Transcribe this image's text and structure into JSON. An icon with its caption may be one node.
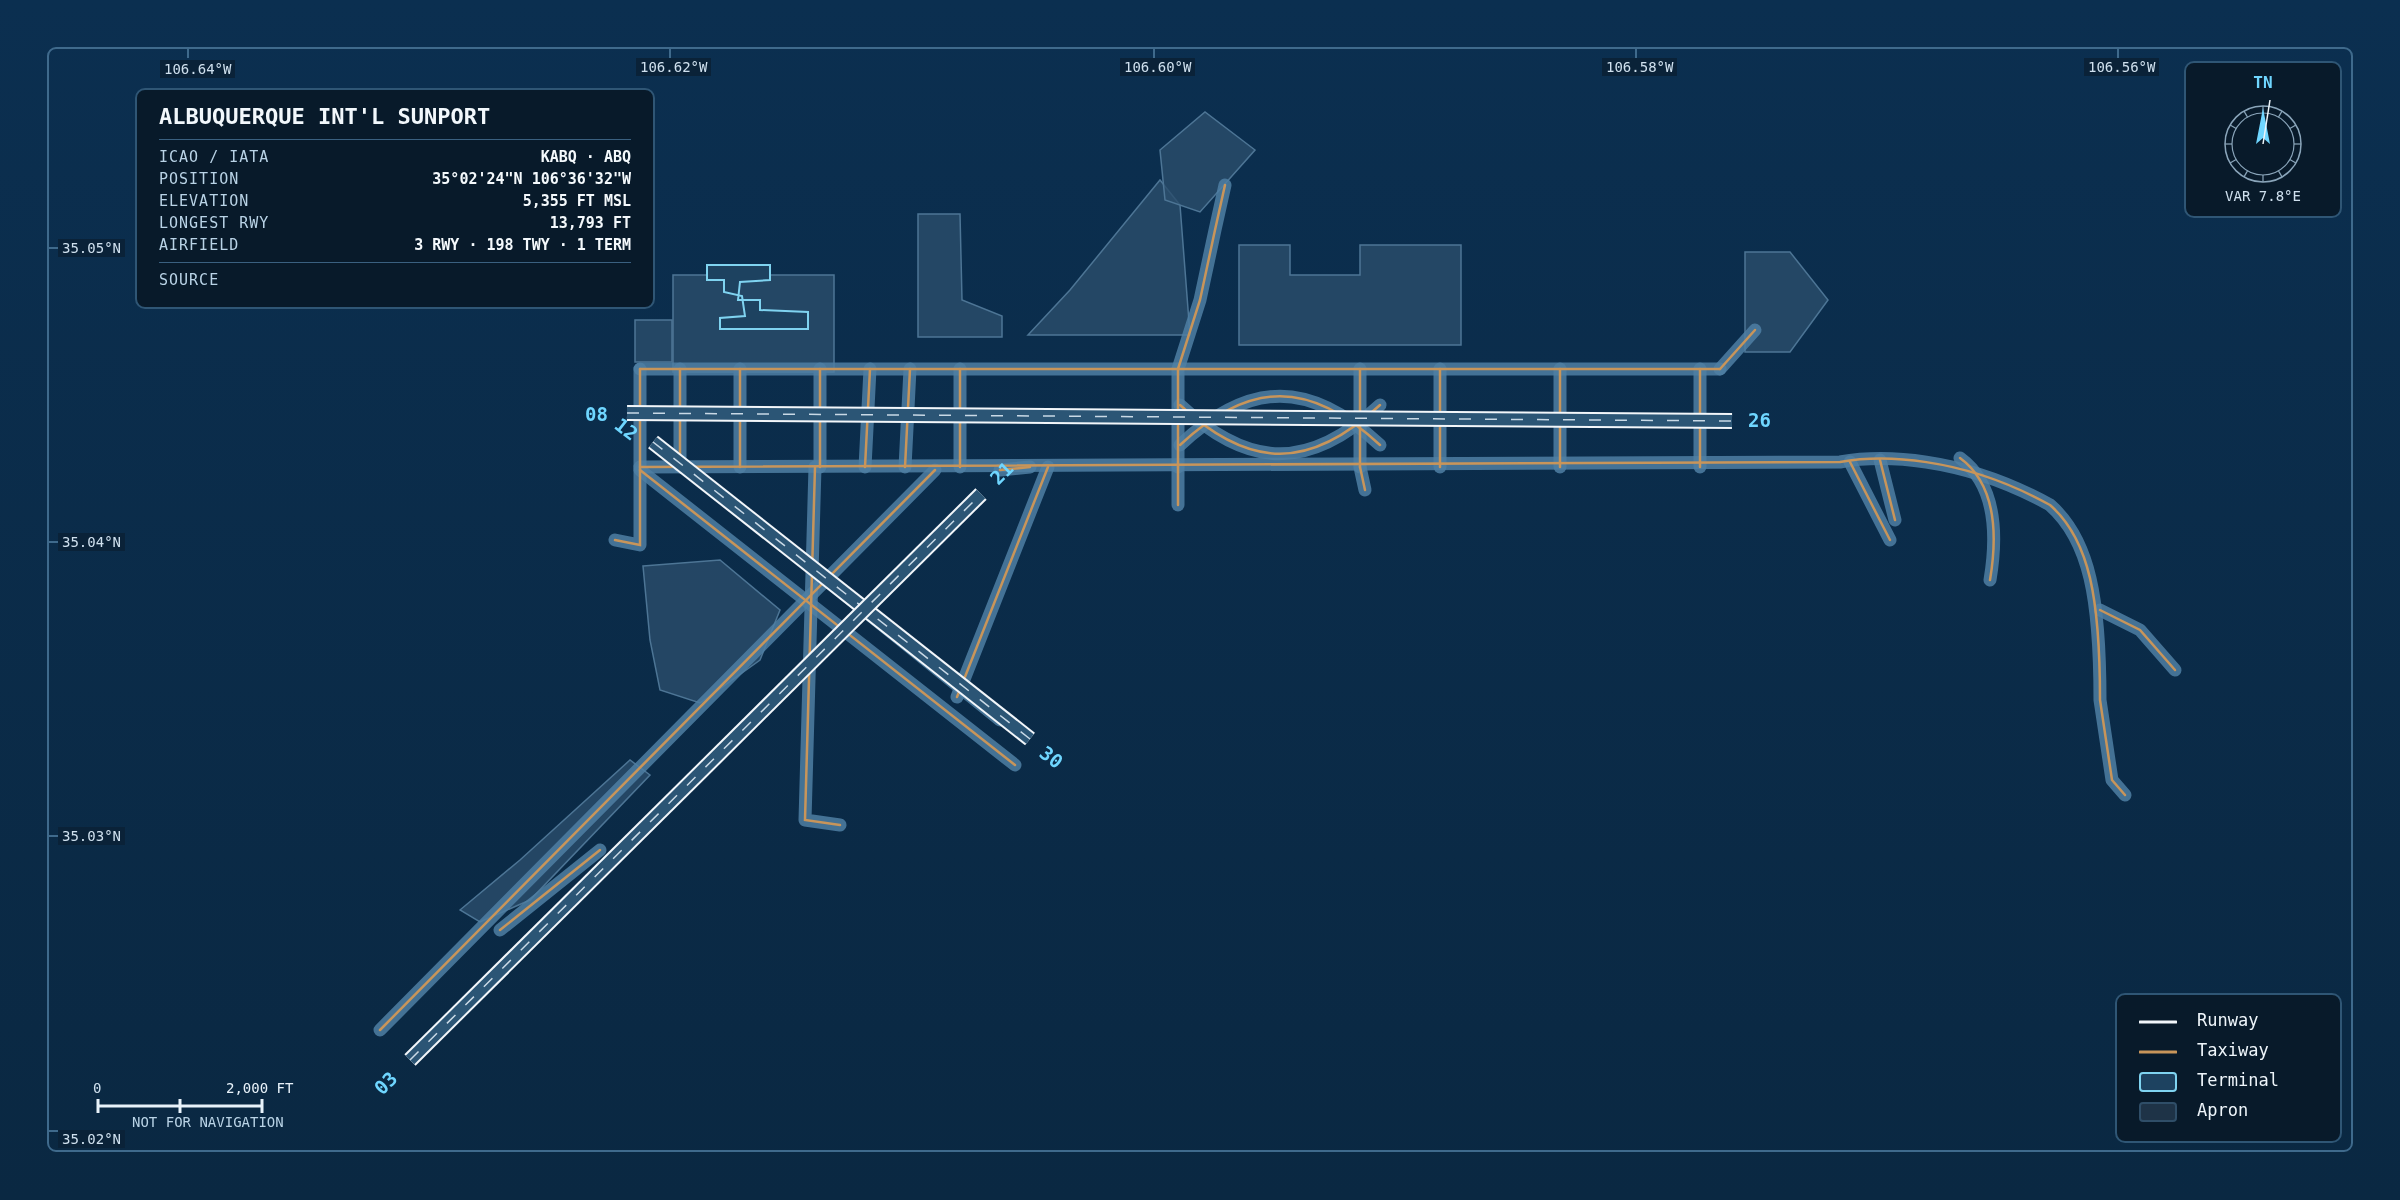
{
  "diagram": {
    "title": "ALBUQUERQUE INT'L SUNPORT",
    "labels": [
      "106.64°W",
      "106.62°W",
      "106.60°W",
      "106.58°W",
      "106.56°W",
      "ICAO / IATA",
      "KABQ · ABQ",
      "POSITION",
      "35°02'24\"N 106°36'32\"W",
      "ELEVATION",
      "5,355 FT MSL",
      "LONGEST RWY",
      "13,793 FT",
      "AIRFIELD",
      "3 RWY · 198 TWY · 1 TERM",
      "SOURCE",
      "TN",
      "VAR 7.8°E",
      "35.05°N",
      "08",
      "12",
      "26",
      "21",
      "35.04°N",
      "30",
      "35.03°N",
      "03",
      "0",
      "2,000 FT",
      "NOT FOR NAVIGATION",
      "35.02°N"
    ],
    "legend": [
      {
        "text": "Runway"
      },
      {
        "text": "Taxiway"
      },
      {
        "text": "Terminal"
      },
      {
        "text": "Apron",
        "color": "#1e3347"
      }
    ]
  }
}
